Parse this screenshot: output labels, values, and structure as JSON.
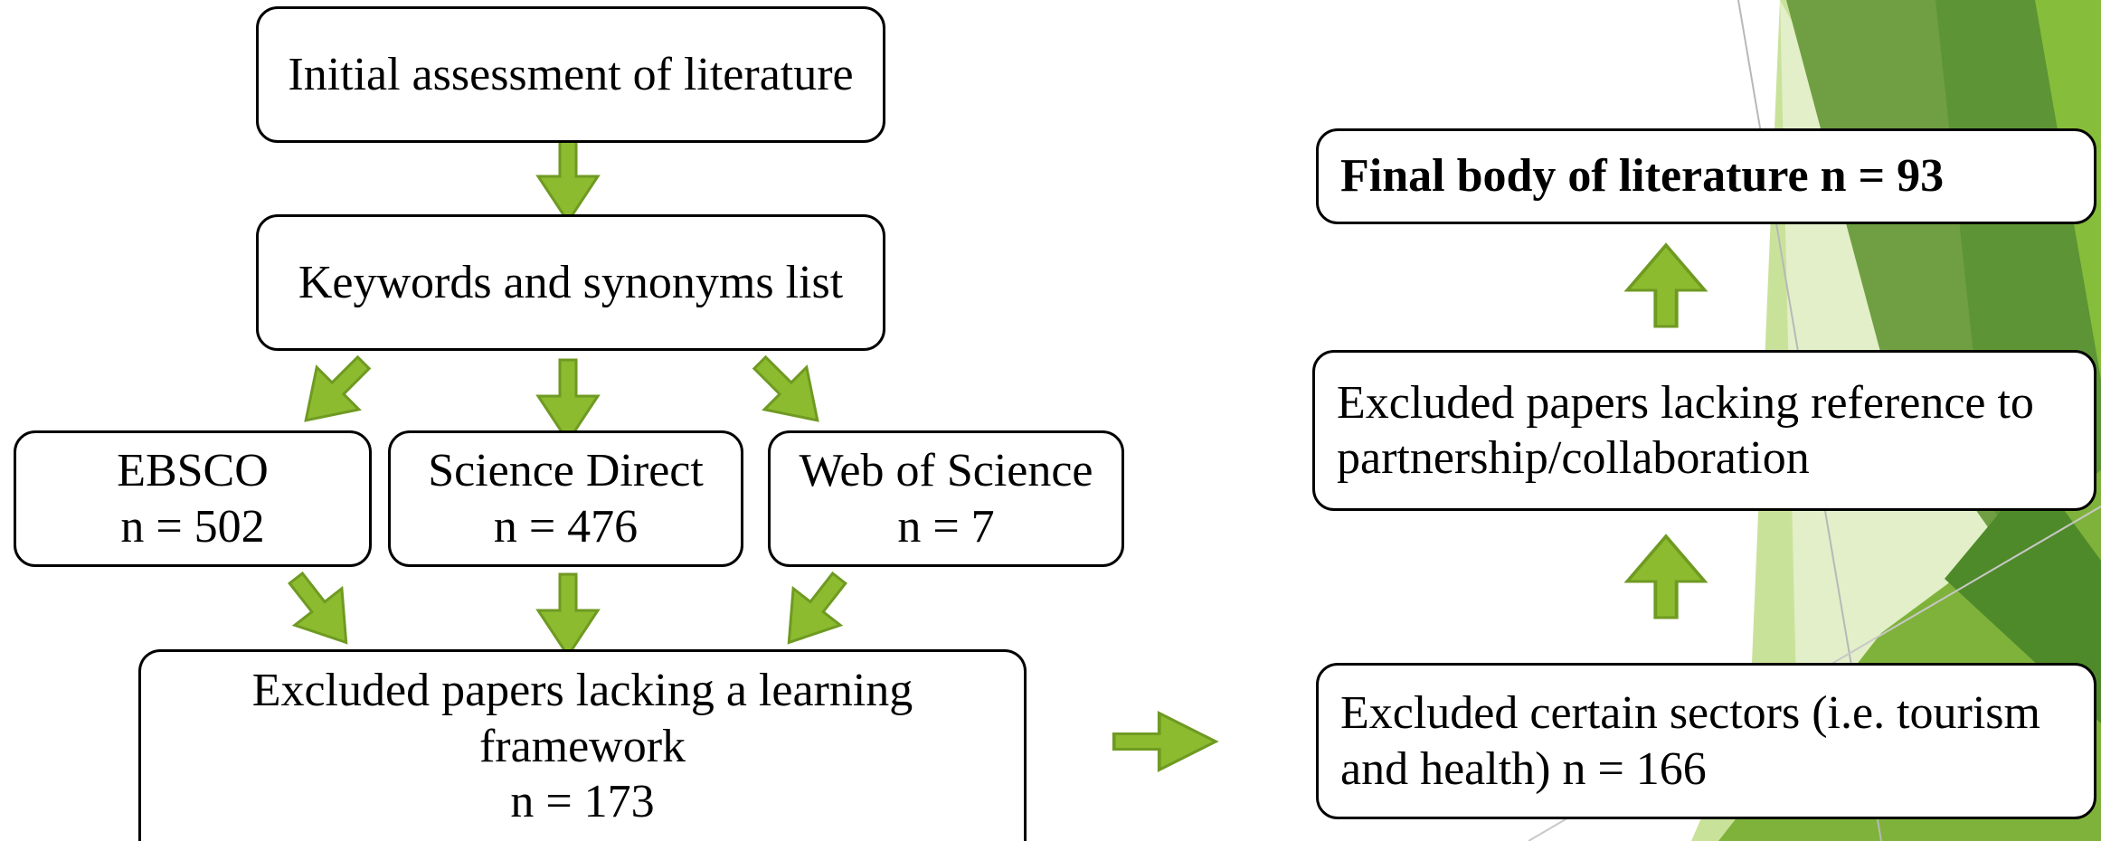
{
  "colors": {
    "arrow_fill": "#8cbb2f",
    "arrow_stroke": "#6f9a22",
    "box_border": "#000000",
    "background": "#ffffff",
    "decor_light": "#c9e29a",
    "decor_mid": "#7fb23b",
    "decor_dark": "#4f8a2a"
  },
  "flow": {
    "initial": "Initial assessment of literature",
    "keywords": "Keywords and synonyms list",
    "ebsco": {
      "name": "EBSCO",
      "count": "n = 502"
    },
    "science_direct": {
      "name": "Science Direct",
      "count": "n = 476"
    },
    "web_of_science": {
      "name": "Web of Science",
      "count": "n = 7"
    },
    "excluded_learning": {
      "line1": "Excluded papers lacking a learning",
      "line2": "framework",
      "count": "n = 173"
    },
    "excluded_sectors": {
      "line1": "Excluded certain sectors (i.e. tourism",
      "line2": "and health) n = 166"
    },
    "excluded_partnership": {
      "line1": "Excluded papers lacking reference to",
      "line2": "partnership/collaboration"
    },
    "final": "Final body of literature n = 93"
  },
  "arrow_icon": "block-arrow-icon"
}
